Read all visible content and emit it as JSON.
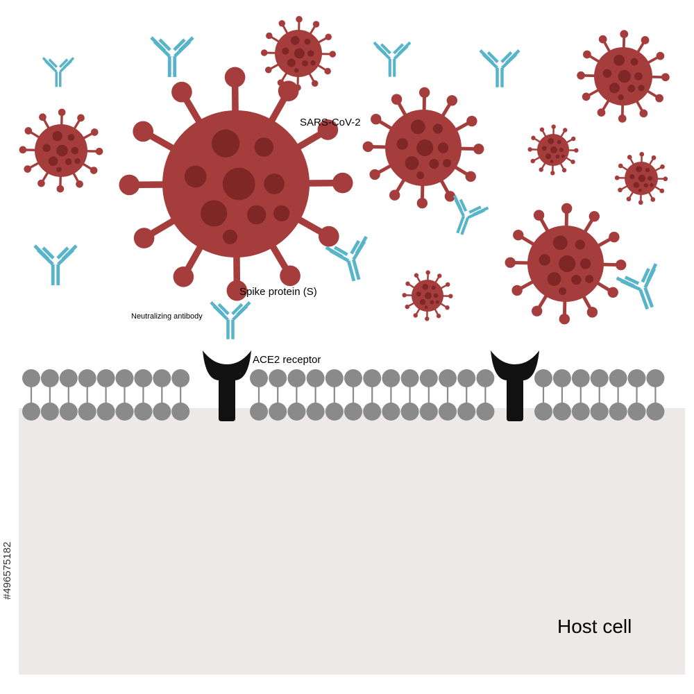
{
  "labels": {
    "virus": "SARS-CoV-2",
    "spike": "Spike protein (S)",
    "antibody": "Neutralizing antibody",
    "receptor": "ACE2 receptor",
    "host": "Host cell"
  },
  "watermark": {
    "stock_id": "#496575182"
  },
  "colors": {
    "virus": "#a53d3d",
    "virus_spots": "#7f2727",
    "antibody": "#58b4c8",
    "membrane_lipid": "#8a8a8a",
    "receptor": "#111111",
    "cytoplasm": "#ece9e8"
  },
  "icons": {
    "virus": "coronavirus-particle-icon",
    "antibody": "y-shaped-antibody-icon",
    "receptor": "ace2-receptor-icon"
  }
}
